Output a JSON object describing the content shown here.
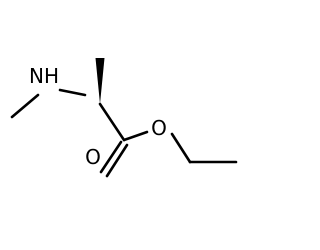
{
  "molecule": {
    "atoms": {
      "nitrogen_label": "NH",
      "carbonyl_oxygen_label": "O",
      "ester_oxygen_label": "O"
    },
    "stereo_wedge_color": "#000000",
    "bond_color": "#000000",
    "background_color": "#ffffff"
  }
}
